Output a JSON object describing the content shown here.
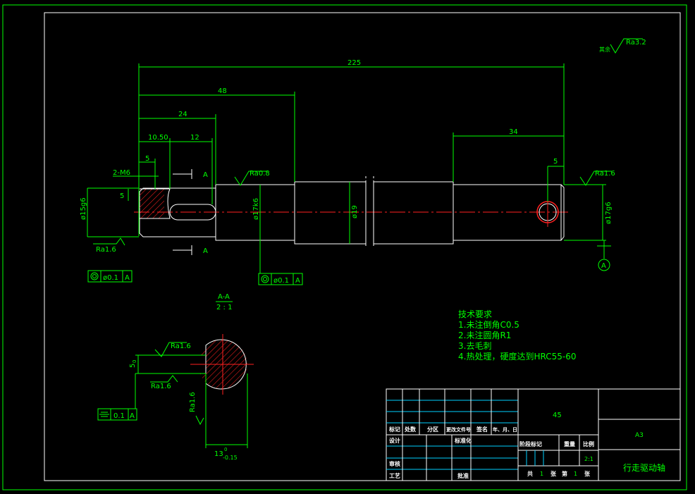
{
  "colors": {
    "background": "#000000",
    "line": "#ffffff",
    "dimension": "#00ff00",
    "centerline": "#ff2020",
    "hatch": "#ff2020",
    "table_line": "#00d0ff"
  },
  "dims": {
    "total": "225",
    "d48": "48",
    "d24": "24",
    "d1050": "10.50",
    "d12": "12",
    "d5a": "5",
    "d34": "34",
    "d5b": "5",
    "thread": "2-M6",
    "d5c": "5",
    "dia15": "ø15g6",
    "dia17k6": "ø17k6",
    "dia19": "ø19",
    "dia17g6": "ø17g6",
    "secA1": "A",
    "secA2": "A"
  },
  "roughness": {
    "rest": "其余",
    "rest_val": "Ra3.2",
    "r08": "Ra0.8",
    "r16_right": "Ra1.6",
    "r16_left": "Ra1.6",
    "r16_sec1": "Ra1.6",
    "r16_sec2": "Ra1.6",
    "r16_sec3": "Ra1.6"
  },
  "tolerance": {
    "t1_val": "ø0.1",
    "t1_ref": "A",
    "t2_val": "ø0.1",
    "t2_ref": "A",
    "t3_val": "0.1",
    "t3_ref": "A"
  },
  "datum": "A",
  "section": {
    "title": "A-A",
    "scale": "2 : 1",
    "dim_height": "5",
    "dim_height_sub": "0",
    "dim_width": "13",
    "dim_width_sup": "0",
    "dim_width_sub": "-0.15"
  },
  "notes": {
    "title": "技术要求",
    "items": [
      "1.未注倒角C0.5",
      "2.未注圆角R1",
      "3.去毛刺",
      "4.热处理，硬度达到HRC55-60"
    ]
  },
  "title_block": {
    "material": "45",
    "sheet": "A3",
    "part_name": "行走驱动轴",
    "hdr_mark": "标记",
    "hdr_count": "处数",
    "hdr_zone": "分区",
    "hdr_doc": "更改文件号",
    "hdr_sign": "签名",
    "hdr_date": "年、月、日",
    "design": "设计",
    "standard": "标准化",
    "review": "审核",
    "process": "工艺",
    "approve": "批准",
    "stage": "阶段标记",
    "weight": "重量",
    "scale_lbl": "比例",
    "scale_val": "2:1",
    "total": "共",
    "total_n": "1",
    "sheets": "张",
    "page": "第",
    "page_n": "1",
    "zhang": "张"
  }
}
